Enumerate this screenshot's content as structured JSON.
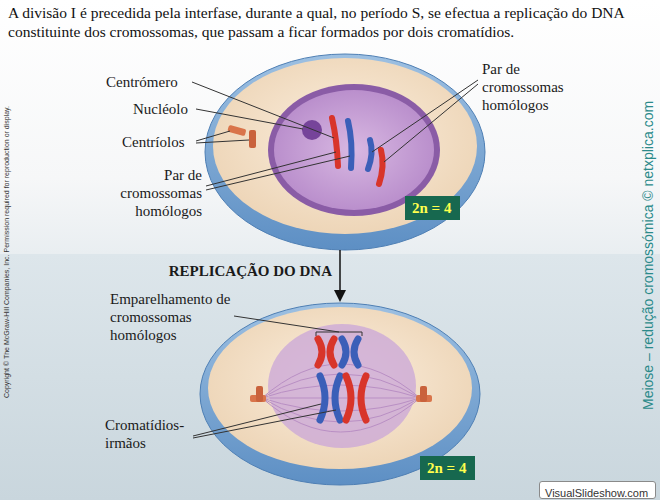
{
  "diagram": {
    "title": "A divisão I é precedida pela interfase, durante a qual, no período S, se efectua a replicação do DNA constituinte dos cromossomas, que passam a ficar formados por dois cromatídios.",
    "nodes": [
      {
        "text": [
          "2n = 4"
        ]
      },
      {
        "text": [
          "2n = 4"
        ]
      },
      {
        "text": [
          "VisualSlideshow.com"
        ]
      }
    ],
    "labels": [
      "Centrómero",
      "Nucléolo",
      "Centríolos",
      "Par de cromossomas homólogos",
      "Par de cromossomas homólogos",
      "REPLICAÇÃO DO DNA",
      "Emparelhamento de cromossomas homólogos",
      "Cromatídios-irmãos",
      "Copyright © The McGraw-Hill Companies, Inc. Permission required for reproduction or display.",
      "Meiose – redução cromossómica © netxplica.com"
    ]
  }
}
